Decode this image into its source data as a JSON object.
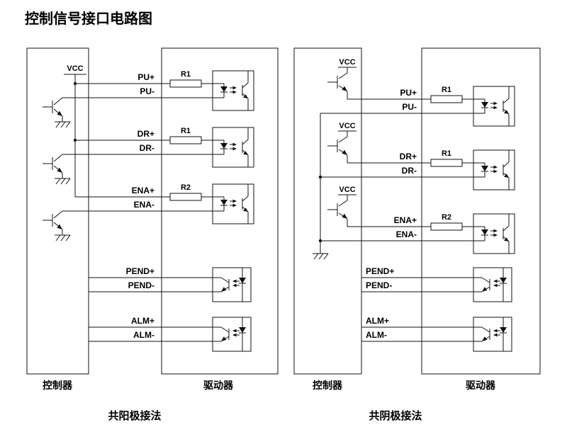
{
  "title": "控制信号接口电路图",
  "left": {
    "caption": "共阳极接法",
    "controller_label": "控制器",
    "driver_label": "驱动器",
    "vcc": "VCC",
    "signals": {
      "pu_p": "PU+",
      "pu_m": "PU-",
      "dr_p": "DR+",
      "dr_m": "DR-",
      "ena_p": "ENA+",
      "ena_m": "ENA-",
      "pend_p": "PEND+",
      "pend_m": "PEND-",
      "alm_p": "ALM+",
      "alm_m": "ALM-"
    },
    "resistors": {
      "pu": "R1",
      "dr": "R1",
      "ena": "R2"
    }
  },
  "right": {
    "caption": "共阴极接法",
    "controller_label": "控制器",
    "driver_label": "驱动器",
    "vcc_pu": "VCC",
    "vcc_dr": "VCC",
    "vcc_ena": "VCC",
    "signals": {
      "pu_p": "PU+",
      "pu_m": "PU-",
      "dr_p": "DR+",
      "dr_m": "DR-",
      "ena_p": "ENA+",
      "ena_m": "ENA-",
      "pend_p": "PEND+",
      "pend_m": "PEND-",
      "alm_p": "ALM+",
      "alm_m": "ALM-"
    },
    "resistors": {
      "pu": "R1",
      "dr": "R1",
      "ena": "R2"
    }
  }
}
